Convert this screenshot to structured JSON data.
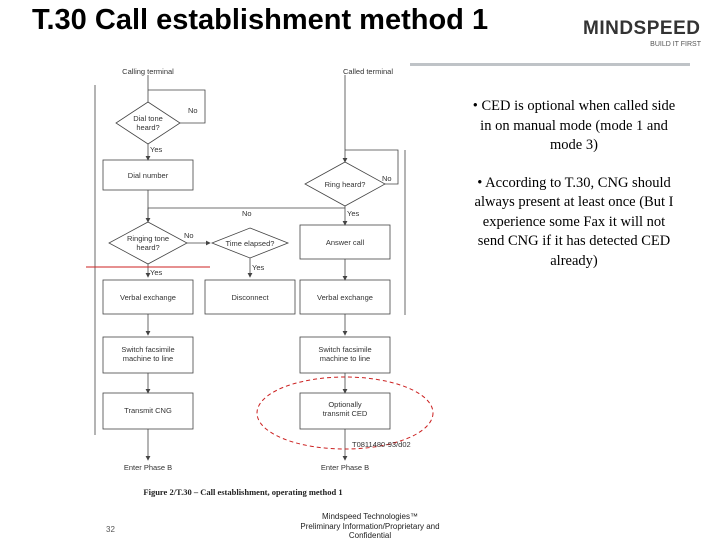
{
  "slide": {
    "title": "T.30 Call establishment method 1",
    "logo_text": "MINDSPEED",
    "logo_tagline": "BUILD IT FIRST",
    "page_number": "32",
    "footer_lines": [
      "Mindspeed Technologies™",
      "Preliminary Information/Proprietary and",
      "Confidential"
    ]
  },
  "bullets": [
    "• CED is optional when called side in on manual mode (mode 1 and mode 3)",
    "• According to T.30, CNG should always present at least once (But I experience some Fax it will not send CNG if it has detected CED already)"
  ],
  "diagram": {
    "caption": "Figure 2/T.30 – Call establishment, operating method 1",
    "figure_id": "T0811480-93/d02",
    "calling_header": "Calling terminal",
    "called_header": "Called terminal",
    "dial_tone_q": [
      "Dial tone",
      "heard?"
    ],
    "dial_number": "Dial number",
    "ring_heard_q": "Ring heard?",
    "ringing_q": [
      "Ringing tone",
      "heard?"
    ],
    "time_elapsed_q": "Time elapsed?",
    "answer_call": "Answer call",
    "verbal_exchange_calling": "Verbal exchange",
    "disconnect": "Disconnect",
    "verbal_exchange_called": "Verbal exchange",
    "switch_facsimile_calling": [
      "Switch facsimile",
      "machine to line"
    ],
    "switch_facsimile_called": [
      "Switch facsimile",
      "machine to line"
    ],
    "transmit_cng": "Transmit CNG",
    "transmit_ced": [
      "Optionally",
      "transmit CED"
    ],
    "enter_phase_b_calling": "Enter Phase B",
    "enter_phase_b_called": "Enter Phase B",
    "yes": "Yes",
    "no": "No"
  },
  "colors": {
    "highlight": "#cc2222",
    "rule": "#bfc3c7"
  }
}
